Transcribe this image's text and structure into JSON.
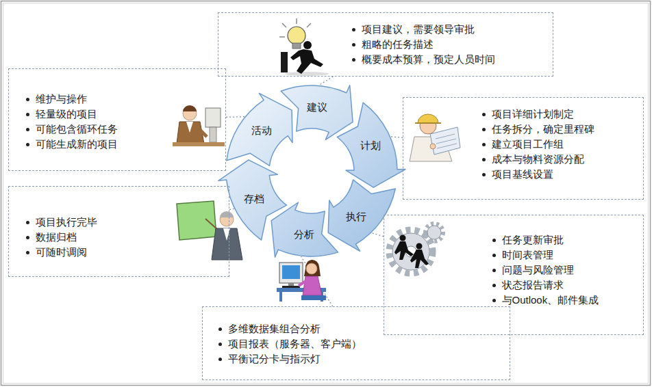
{
  "diagram": {
    "nodes": [
      {
        "text": [
          "建议"
        ]
      },
      {
        "text": [
          "计划"
        ]
      },
      {
        "text": [
          "执行"
        ]
      },
      {
        "text": [
          "分析"
        ]
      },
      {
        "text": [
          "存档"
        ]
      },
      {
        "text": [
          "活动"
        ]
      },
      {
        "text": [
          "项目建议，需要领导审批",
          "粗略的任务描述",
          "概要成本预算，预定人员时间"
        ]
      },
      {
        "text": [
          "项目详细计划制定",
          "任务拆分，确定里程碑",
          "建立项目工作组",
          "成本与物料资源分配",
          "项目基线设置"
        ]
      },
      {
        "text": [
          "任务更新审批",
          "时间表管理",
          "问题与风险管理",
          "状态报告请求",
          "与Outlook、邮件集成"
        ]
      },
      {
        "text": [
          "多维数据集组合分析",
          "项目报表（服务器、客户端）",
          "平衡记分卡与指示灯"
        ]
      },
      {
        "text": [
          "项目执行完毕",
          "数据归档",
          "可随时调阅"
        ]
      },
      {
        "text": [
          "维护与操作",
          "轻量级的项目",
          "可能包含循环任务",
          "可能生成新的项目"
        ]
      }
    ],
    "edges": [
      {
        "from": 6,
        "to": 0,
        "arrow": "none"
      },
      {
        "from": 7,
        "to": 1,
        "arrow": "none"
      },
      {
        "from": 8,
        "to": 2,
        "arrow": "none"
      },
      {
        "from": 9,
        "to": 3,
        "arrow": "none"
      },
      {
        "from": 10,
        "to": 4,
        "arrow": "none"
      },
      {
        "from": 11,
        "to": 5,
        "arrow": "none"
      }
    ]
  }
}
